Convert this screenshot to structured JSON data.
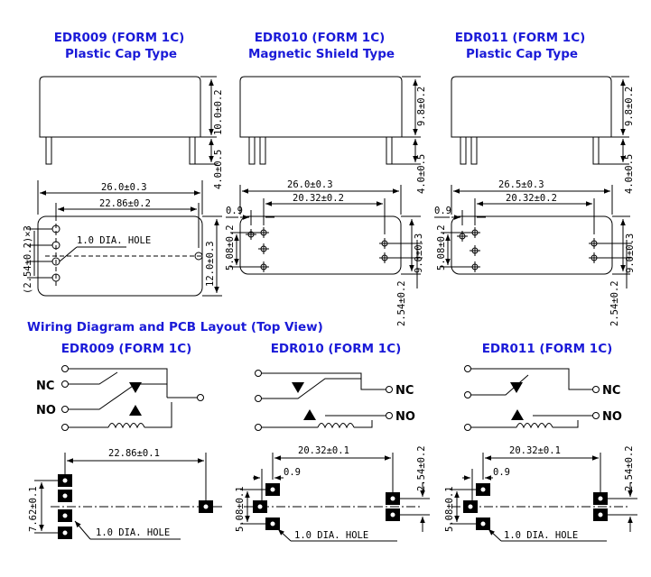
{
  "models": [
    {
      "name": "EDR009 (FORM 1C)",
      "type": "Plastic Cap Type"
    },
    {
      "name": "EDR010 (FORM 1C)",
      "type": "Magnetic Shield Type"
    },
    {
      "name": "EDR011 (FORM 1C)",
      "type": "Plastic Cap Type"
    }
  ],
  "dims": {
    "edr009": {
      "height": "10.0±0.2",
      "pin": "4.0±0.5",
      "length": "26.0±0.3",
      "pitch": "22.86±0.2",
      "width": "12.0±0.3",
      "pin_pitch": "(2.54±0.2)×3"
    },
    "edr010": {
      "height": "9.8±0.2",
      "pin": "4.0±0.5",
      "length": "26.0±0.3",
      "pitch": "20.32±0.2",
      "offset": "0.9",
      "pin_pitch": "5.08±0.2",
      "width": "9.0±0.3",
      "pin_step": "2.54±0.2"
    },
    "edr011": {
      "height": "9.8±0.2",
      "pin": "4.0±0.5",
      "length": "26.5±0.3",
      "pitch": "20.32±0.2",
      "offset": "0.9",
      "pin_pitch": "5.08±0.2",
      "width": "9.0±0.3",
      "pin_step": "2.54±0.2"
    }
  },
  "hole_label": "1.0 DIA. HOLE",
  "wiring": {
    "section_title": "Wiring Diagram and PCB Layout (Top View)",
    "nc_label": "NC",
    "no_label": "NO"
  },
  "pcb": {
    "edr009": {
      "pitch": "22.86±0.1",
      "pin_pitch": "7.62±0.1"
    },
    "edr010": {
      "pitch": "20.32±0.1",
      "offset": "0.9",
      "pin_pitch": "5.08±0.1",
      "pin_step": "2.54±0.2"
    },
    "edr011": {
      "pitch": "20.32±0.1",
      "offset": "0.9",
      "pin_pitch": "5.08±0.1",
      "pin_step": "2.54±0.2"
    }
  }
}
